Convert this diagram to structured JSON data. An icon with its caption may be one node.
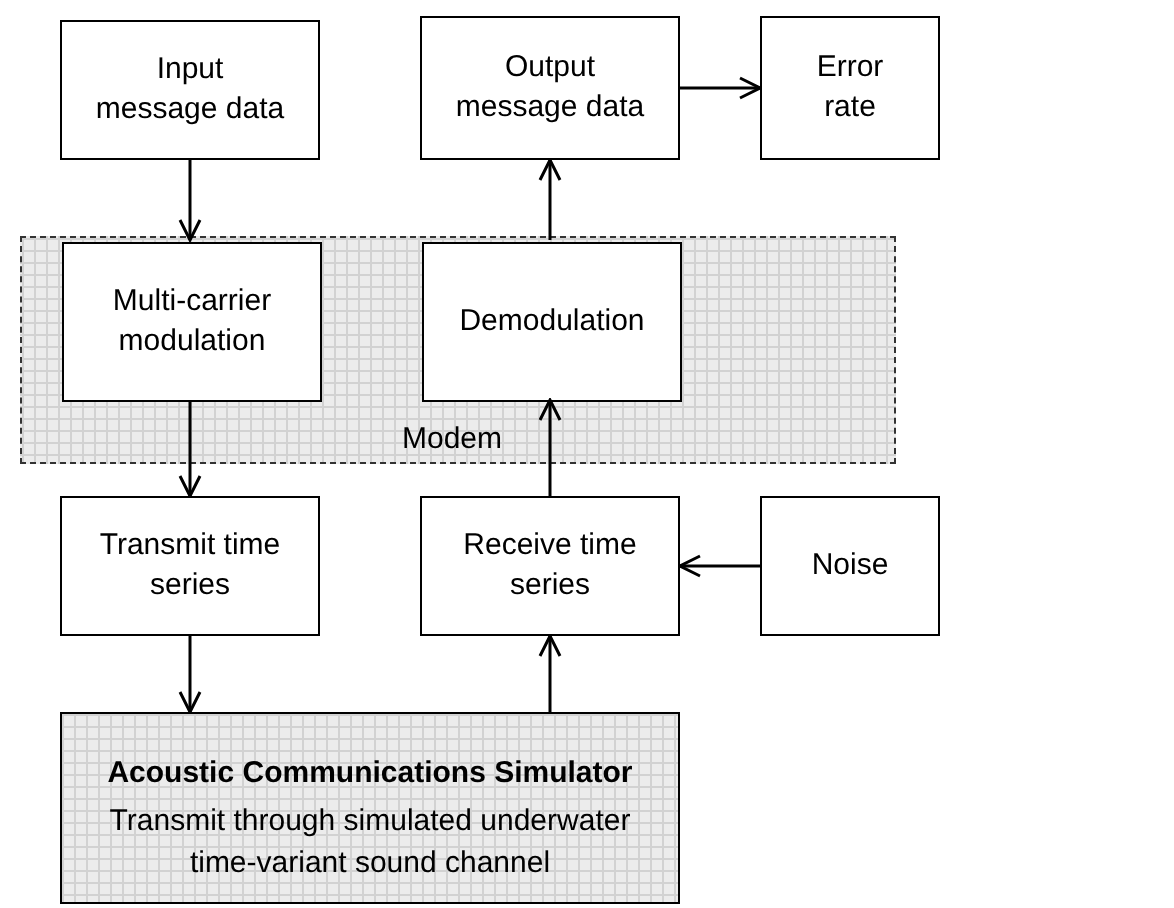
{
  "diagram": {
    "nodes": [
      {
        "text": [
          "Input message data"
        ]
      },
      {
        "text": [
          "Output message data"
        ]
      },
      {
        "text": [
          "Error rate"
        ]
      },
      {
        "text": [
          "Modem"
        ]
      },
      {
        "text": [
          "Multi-carrier modulation"
        ],
        "in": 3
      },
      {
        "text": [
          "Demodulation"
        ],
        "in": 3
      },
      {
        "text": [
          "Transmit time series"
        ]
      },
      {
        "text": [
          "Receive time series"
        ]
      },
      {
        "text": [
          "Noise"
        ]
      },
      {
        "text": [
          "Acoustic Communications Simulator",
          "Transmit through simulated underwater time-variant sound channel"
        ]
      }
    ],
    "edges": [
      {
        "from": 0,
        "to": 4,
        "arrow": "to"
      },
      {
        "from": 4,
        "to": 6,
        "arrow": "to"
      },
      {
        "from": 6,
        "to": 9,
        "arrow": "to"
      },
      {
        "from": 9,
        "to": 7,
        "arrow": "to"
      },
      {
        "from": 7,
        "to": 5,
        "arrow": "to"
      },
      {
        "from": 5,
        "to": 1,
        "arrow": "to"
      },
      {
        "from": 1,
        "to": 2,
        "arrow": "to"
      },
      {
        "from": 8,
        "to": 7,
        "arrow": "to"
      }
    ]
  }
}
